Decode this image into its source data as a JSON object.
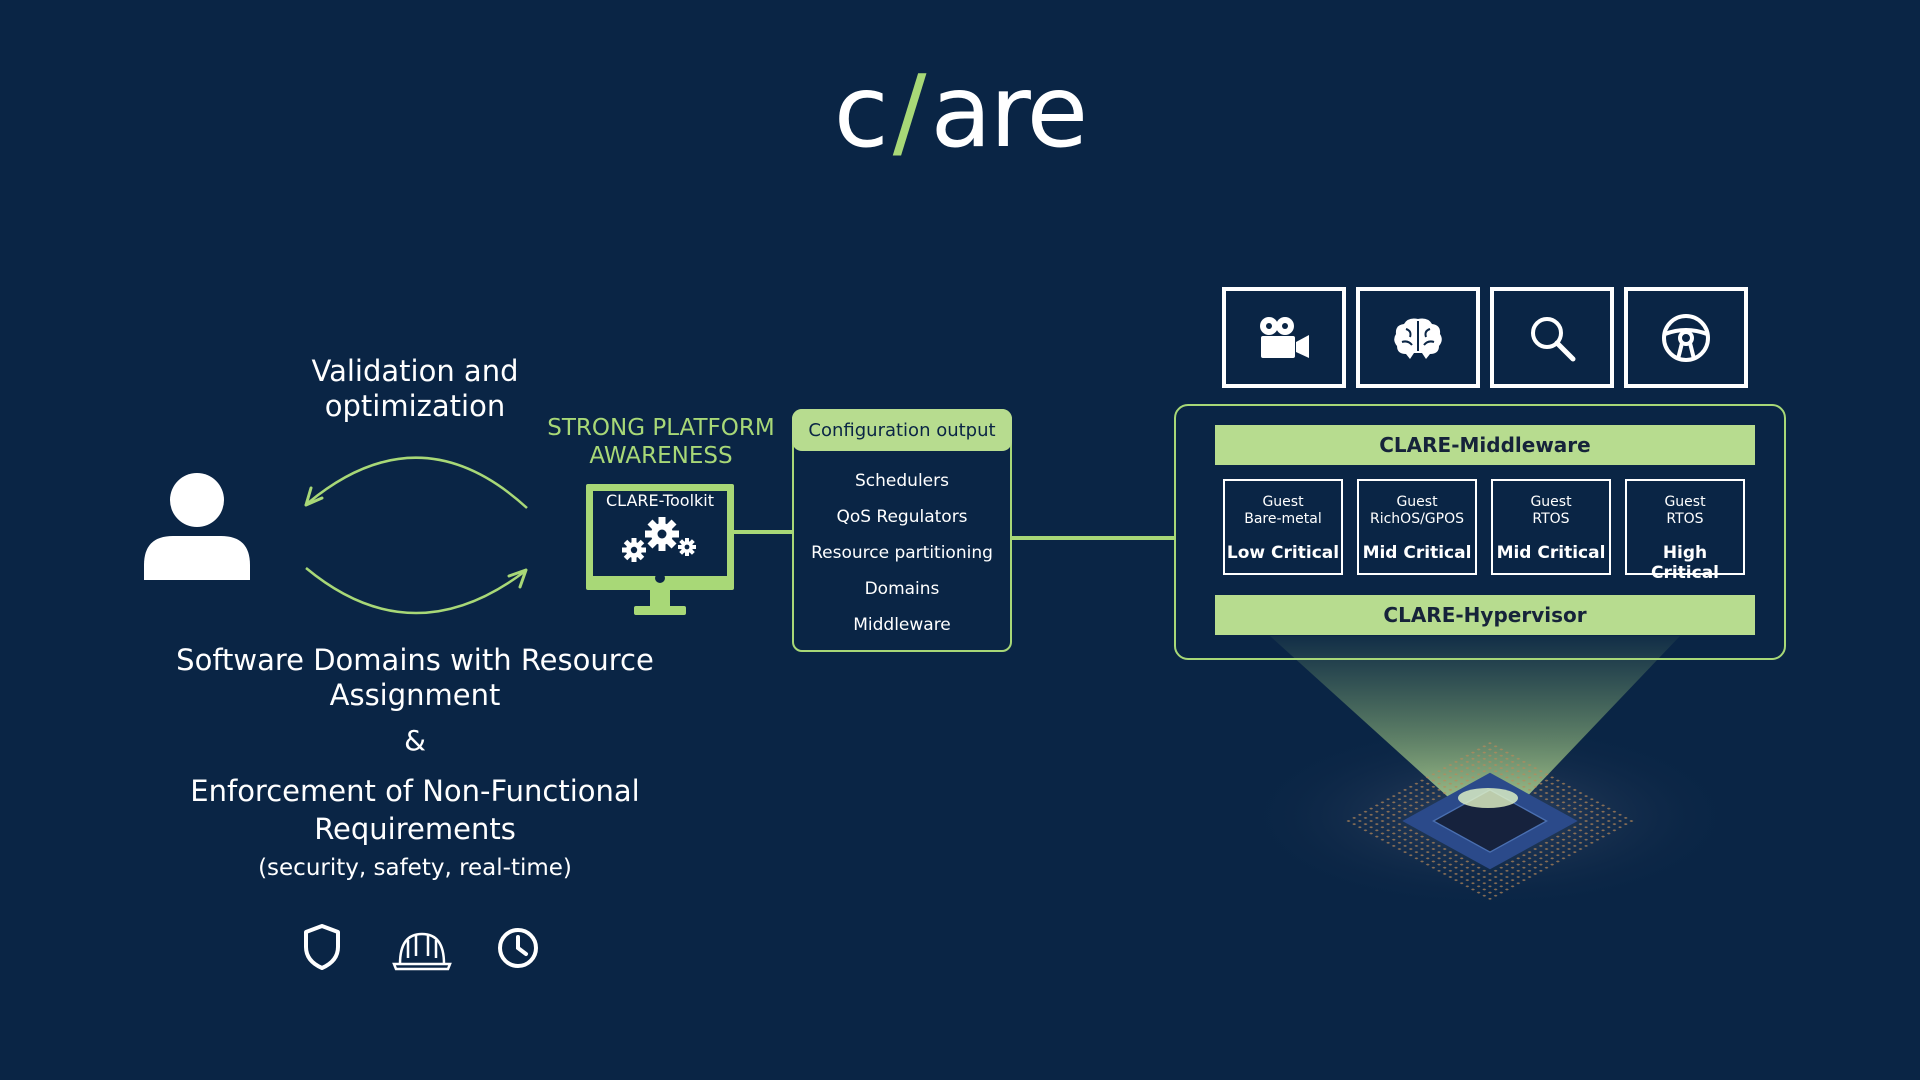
{
  "logo": {
    "left": "c",
    "slash": "/",
    "right": "are"
  },
  "validation": "Validation and optimization",
  "strong_platform": "STRONG PLATFORM AWARENESS",
  "toolkit_label": "CLARE-Toolkit",
  "config": {
    "header": "Configuration output",
    "items": [
      "Schedulers",
      "QoS Regulators",
      "Resource partitioning",
      "Domains",
      "Middleware"
    ]
  },
  "left_text": {
    "domains": "Software Domains with Resource Assignment",
    "amp": "&",
    "enforcement": "Enforcement of Non-Functional Requirements",
    "sub": "(security, safety, real-time)"
  },
  "apps": [
    "camera-icon",
    "brain-icon",
    "search-icon",
    "steering-wheel-icon"
  ],
  "middleware": "CLARE-Middleware",
  "hypervisor": "CLARE-Hypervisor",
  "guests": [
    {
      "line1": "Guest",
      "line2": "Bare-metal",
      "criticality": "Low Critical"
    },
    {
      "line1": "Guest",
      "line2": "RichOS/GPOS",
      "criticality": "Mid Critical"
    },
    {
      "line1": "Guest",
      "line2": "RTOS",
      "criticality": "Mid Critical"
    },
    {
      "line1": "Guest",
      "line2": "RTOS",
      "criticality": "High Critical"
    }
  ],
  "requirement_icons": [
    "shield-icon",
    "hard-hat-icon",
    "clock-icon"
  ],
  "colors": {
    "background": "#0a2545",
    "accent": "#a8d877",
    "bar": "#b7dc8f"
  }
}
